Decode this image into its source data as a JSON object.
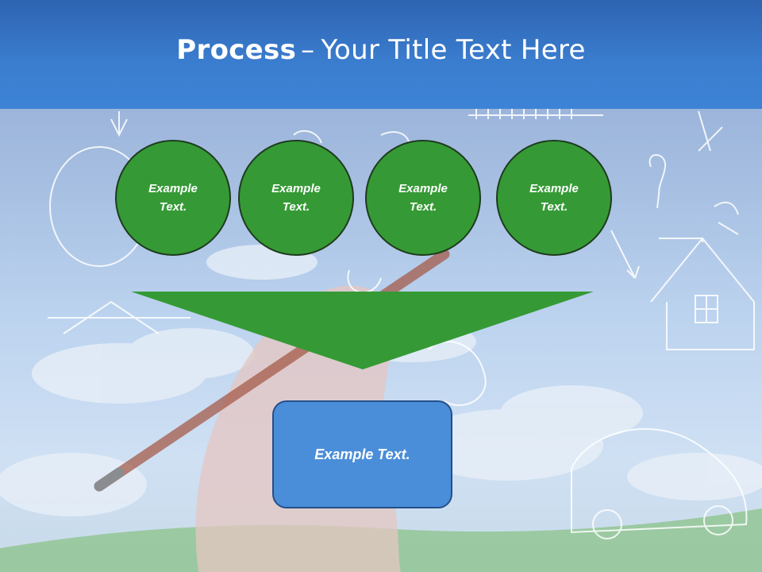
{
  "slide": {
    "title_bold": "Process",
    "title_dash": "–",
    "title_rest": "Your Title Text Here",
    "circles": [
      {
        "line1": "Example",
        "line2": "Text."
      },
      {
        "line1": "Example",
        "line2": "Text."
      },
      {
        "line1": "Example",
        "line2": "Text."
      },
      {
        "line1": "Example",
        "line2": "Text."
      }
    ],
    "result_text": "Example Text."
  },
  "colors": {
    "title_bar": "#3b7ed0",
    "circle_fill": "#359a35",
    "funnel_fill": "#359a35",
    "result_fill": "#4a8ed9"
  }
}
